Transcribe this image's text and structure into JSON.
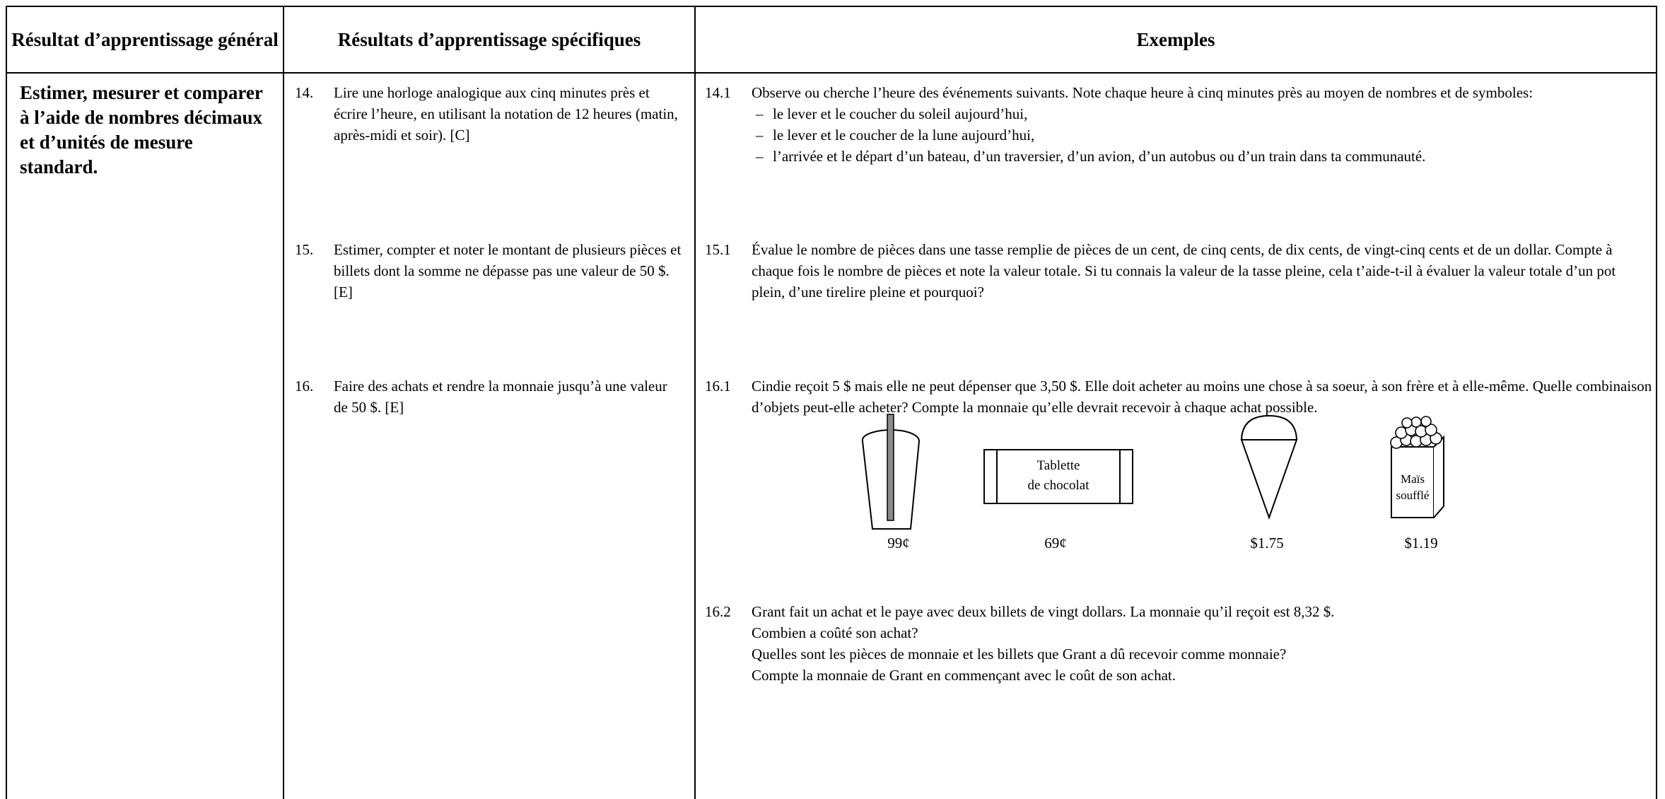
{
  "headers": {
    "col1": "Résultat d’apprentissage général",
    "col2": "Résultats d’apprentissage spécifiques",
    "col3": "Exemples"
  },
  "general_outcome": "Estimer, mesurer et comparer à l’aide de nombres décimaux et d’unités de mesure standard.",
  "specific": [
    {
      "num": "14.",
      "text": "Lire une horloge analogique aux cinq minutes près et écrire l’heure, en utilisant la notation de 12 heures (matin, après-midi et soir). [C]"
    },
    {
      "num": "15.",
      "text": "Estimer, compter et noter le montant de plusieurs pièces et billets dont la somme ne dépasse pas une valeur de 50 $. [E]"
    },
    {
      "num": "16.",
      "text": "Faire des achats et rendre la monnaie jusqu’à une valeur de 50 $. [E]"
    }
  ],
  "examples": {
    "ex14_1": {
      "num": "14.1",
      "text": "Observe ou cherche l’heure des événements suivants. Note chaque heure à cinq minutes près au moyen de nombres et de symboles:",
      "bullets": [
        "le lever et le coucher du soleil aujourd’hui,",
        "le lever et le coucher de la lune aujourd’hui,",
        "l’arrivée et le départ d’un bateau, d’un traversier, d’un avion, d’un autobus ou d’un train dans ta communauté."
      ]
    },
    "ex15_1": {
      "num": "15.1",
      "text": "Évalue le nombre de pièces dans une tasse remplie de pièces de un cent, de cinq cents, de dix cents, de vingt-cinq cents et de un dollar. Compte à chaque fois le nombre de pièces et note la valeur totale. Si tu connais la valeur de la tasse pleine, cela t’aide-t-il à évaluer la valeur totale d’un pot plein, d’une tirelire pleine et pourquoi?"
    },
    "ex16_1": {
      "num": "16.1",
      "text": "Cindie reçoit 5 $ mais elle ne peut dépenser que 3,50 $. Elle doit acheter au moins une chose à sa soeur, à son frère et à elle-même. Quelle combinaison d’objets peut-elle acheter? Compte la monnaie qu’elle devrait recevoir à chaque achat possible.",
      "items": [
        {
          "icon": "drink-cup-icon",
          "price": "99¢"
        },
        {
          "icon": "chocolate-bar-icon",
          "label_line1": "Tablette",
          "label_line2": "de chocolat",
          "price": "69¢"
        },
        {
          "icon": "ice-cream-cone-icon",
          "price": "$1.75"
        },
        {
          "icon": "popcorn-box-icon",
          "label_line1": "Maïs",
          "label_line2": "soufflé",
          "price": "$1.19"
        }
      ]
    },
    "ex16_2": {
      "num": "16.2",
      "lines": [
        "Grant fait un achat et le paye avec deux billets de vingt dollars. La monnaie qu’il reçoit est 8,32 $.",
        "Combien a coûté son achat?",
        "Quelles sont les pièces de monnaie et les billets que Grant a dû recevoir comme monnaie?",
        "Compte la monnaie de Grant en commençant avec le coût de son achat."
      ]
    }
  }
}
